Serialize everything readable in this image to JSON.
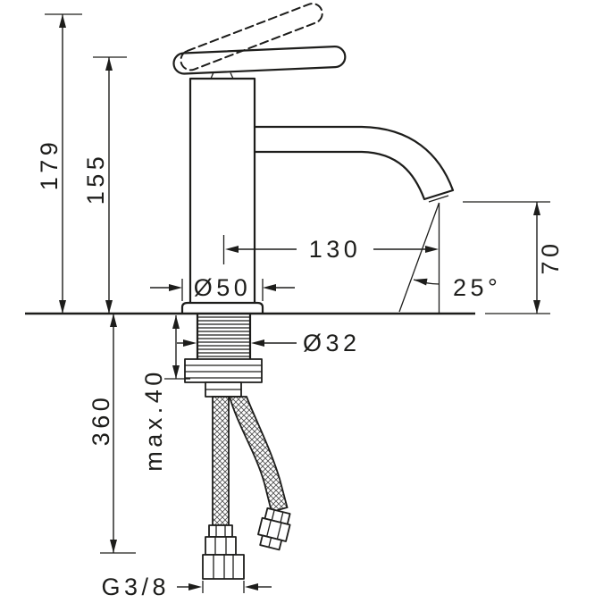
{
  "title": "Basin mixer technical dimension drawing",
  "drawing": {
    "background": "#ffffff",
    "line_color": "#1d1d1b",
    "labels": {
      "total_height": "179",
      "handle_height": "155",
      "spout_reach": "130",
      "outlet_height": "70",
      "spray_angle": "25°",
      "base_diameter": "Ø50",
      "shank_diameter": "Ø32",
      "below_counter_length": "360",
      "max_counter_thickness": "max.40",
      "connection_thread": "G3/8"
    }
  }
}
